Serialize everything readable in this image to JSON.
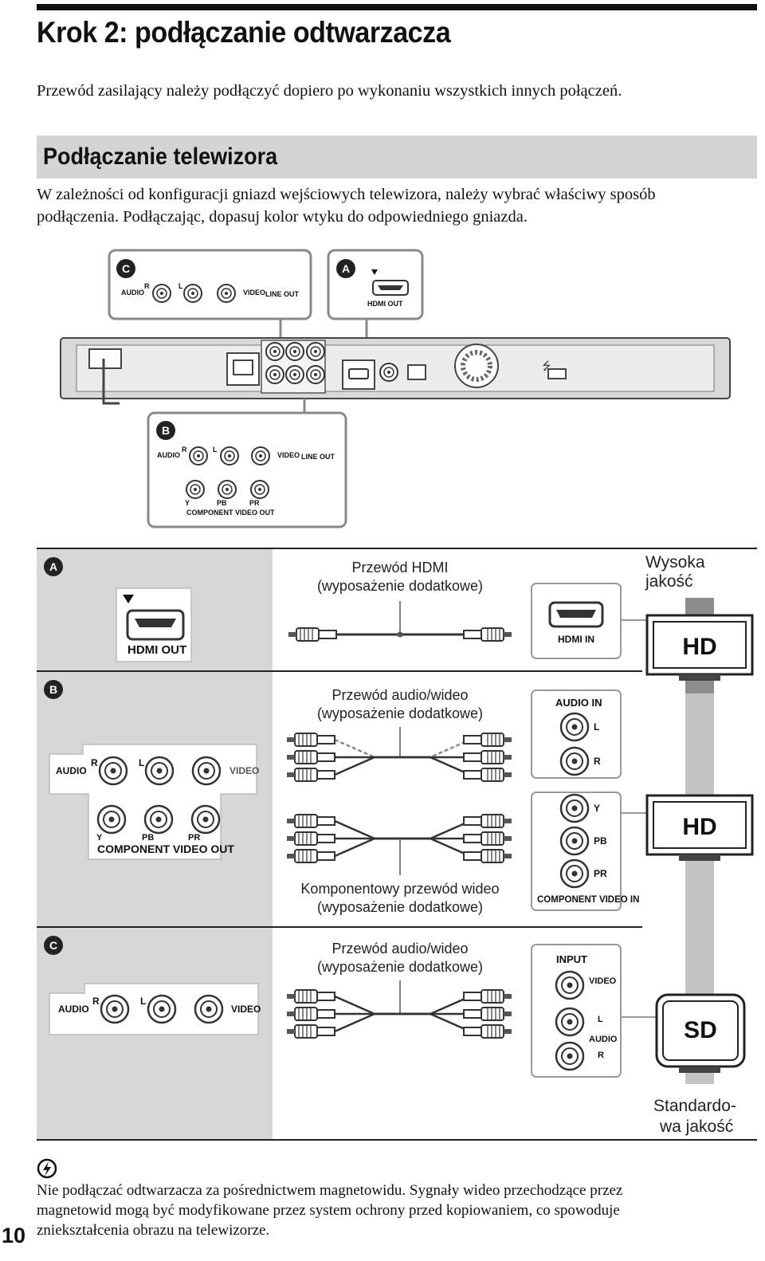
{
  "page": {
    "title": "Krok 2: podłączanie odtwarzacza",
    "intro": "Przewód zasilający należy podłączyć dopiero po wykonaniu wszystkich innych połączeń.",
    "page_number": "10"
  },
  "section": {
    "heading": "Podłączanie telewizora",
    "paragraph_lines": [
      "W zależności od konfiguracji gniazd wejściowych telewizora, należy wybrać właściwy sposób",
      "podłączenia. Podłączając, dopasuj kolor wtyku do odpowiedniego gniazda."
    ]
  },
  "rear_panel": {
    "callouts": {
      "a": "A",
      "b": "B",
      "c": "C"
    },
    "box_a": {
      "port": "HDMI OUT"
    },
    "box_b": {
      "audio": "AUDIO",
      "r": "R",
      "l": "L",
      "video": "VIDEO",
      "line_out": "LINE OUT",
      "y": "Y",
      "pb": "PB",
      "pr": "PR",
      "component": "COMPONENT VIDEO OUT"
    },
    "box_c": {
      "audio": "AUDIO",
      "r": "R",
      "l": "L",
      "video": "VIDEO",
      "line_out": "LINE OUT"
    }
  },
  "table": {
    "row_a": {
      "letter": "A",
      "player_port": "HDMI OUT",
      "cable_line1": "Przewód HDMI",
      "cable_line2": "(wyposażenie dodatkowe)",
      "tv_port": "HDMI IN"
    },
    "row_b": {
      "letter": "B",
      "audio": "AUDIO",
      "r": "R",
      "l": "L",
      "video": "VIDEO",
      "y": "Y",
      "pb": "PB",
      "pr": "PR",
      "component_out": "COMPONENT VIDEO OUT",
      "cable1_line1": "Przewód audio/wideo",
      "cable1_line2": "(wyposażenie dodatkowe)",
      "cable2_line1": "Komponentowy przewód wideo",
      "cable2_line2": "(wyposażenie dodatkowe)",
      "tv_audio_in": "AUDIO IN",
      "tv_l": "L",
      "tv_r": "R",
      "tv_y": "Y",
      "tv_pb": "PB",
      "tv_pr": "PR",
      "tv_component_in": "COMPONENT VIDEO IN"
    },
    "row_c": {
      "letter": "C",
      "audio": "AUDIO",
      "r": "R",
      "l": "L",
      "video": "VIDEO",
      "cable_line1": "Przewód audio/wideo",
      "cable_line2": "(wyposażenie dodatkowe)",
      "tv_input": "INPUT",
      "tv_video": "VIDEO",
      "tv_l": "L",
      "tv_audio": "AUDIO",
      "tv_r": "R"
    },
    "quality": {
      "high_line1": "Wysoka",
      "high_line2": "jakość",
      "tv1": "HD",
      "tv2": "HD",
      "tv3": "SD",
      "std_line1": "Standardo-",
      "std_line2": "wa jakość"
    }
  },
  "note": {
    "lines": [
      "Nie podłączać odtwarzacza za pośrednictwem magnetowidu. Sygnały wideo przechodzące przez",
      "magnetowid mogą być modyfikowane przez system ochrony przed kopiowaniem, co spowoduje",
      "zniekształcenia obrazu na telewizorze."
    ]
  }
}
